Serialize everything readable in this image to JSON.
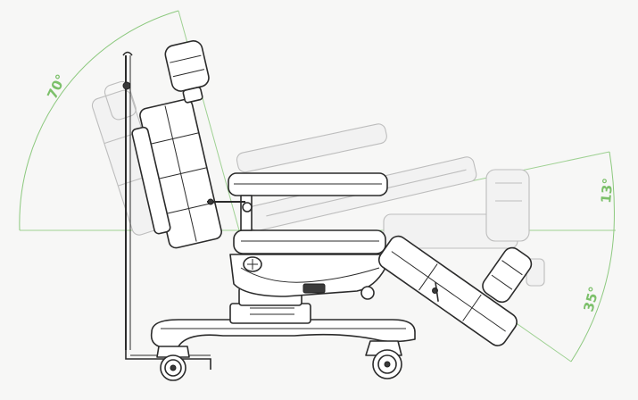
{
  "diagram": {
    "angles": {
      "backrest_tilt": "70°",
      "seat_tilt": "13°",
      "legrest_tilt": "35°"
    },
    "colors": {
      "annotation": "#7cc06a",
      "outline": "#2b2b2b",
      "ghost_outline": "#bdbdbd",
      "background": "#f7f7f6"
    }
  }
}
